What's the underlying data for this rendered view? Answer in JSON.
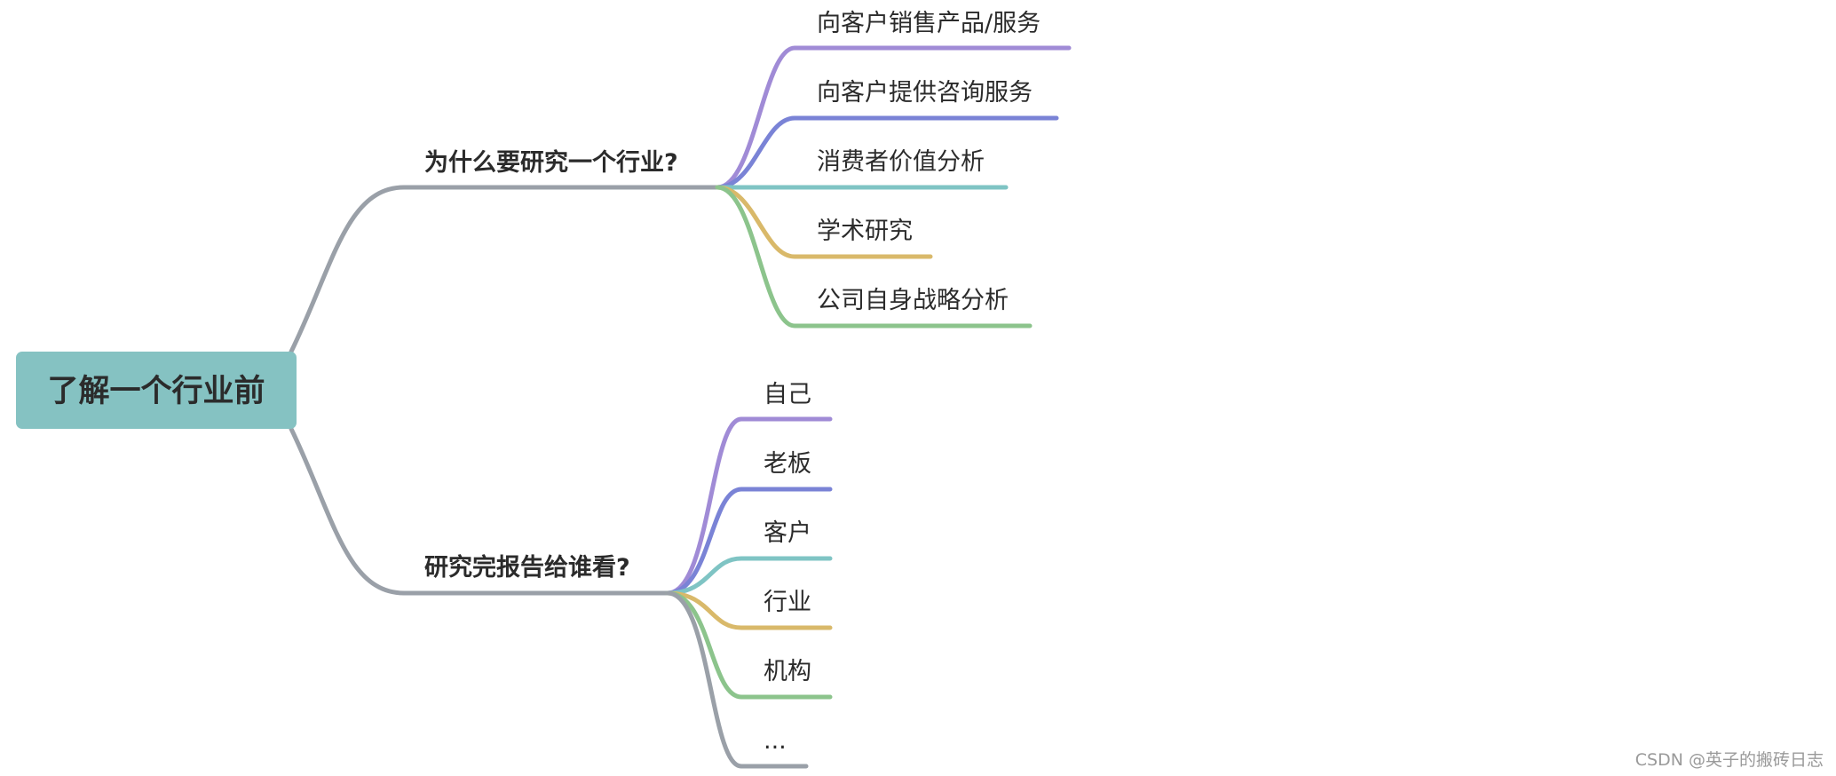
{
  "root": {
    "label": "了解一个行业前"
  },
  "branches": [
    {
      "label": "为什么要研究一个行业?",
      "children": [
        {
          "label": "向客户销售产品/服务",
          "color": "#a08bd6"
        },
        {
          "label": "向客户提供咨询服务",
          "color": "#7a83d6"
        },
        {
          "label": "消费者价值分析",
          "color": "#7fc4c4"
        },
        {
          "label": "学术研究",
          "color": "#d9b96a"
        },
        {
          "label": "公司自身战略分析",
          "color": "#8cc48c"
        }
      ]
    },
    {
      "label": "研究完报告给谁看?",
      "children": [
        {
          "label": "自己",
          "color": "#a08bd6"
        },
        {
          "label": "老板",
          "color": "#7a83d6"
        },
        {
          "label": "客户",
          "color": "#7fc4c4"
        },
        {
          "label": "行业",
          "color": "#d9b96a"
        },
        {
          "label": "机构",
          "color": "#8cc48c"
        },
        {
          "label": "...",
          "color": "#9aa0a8"
        }
      ]
    }
  ],
  "colors": {
    "root_fill": "#85c2c2",
    "branch_line": "#9aa0a8"
  },
  "watermark": "CSDN @英子的搬砖日志"
}
